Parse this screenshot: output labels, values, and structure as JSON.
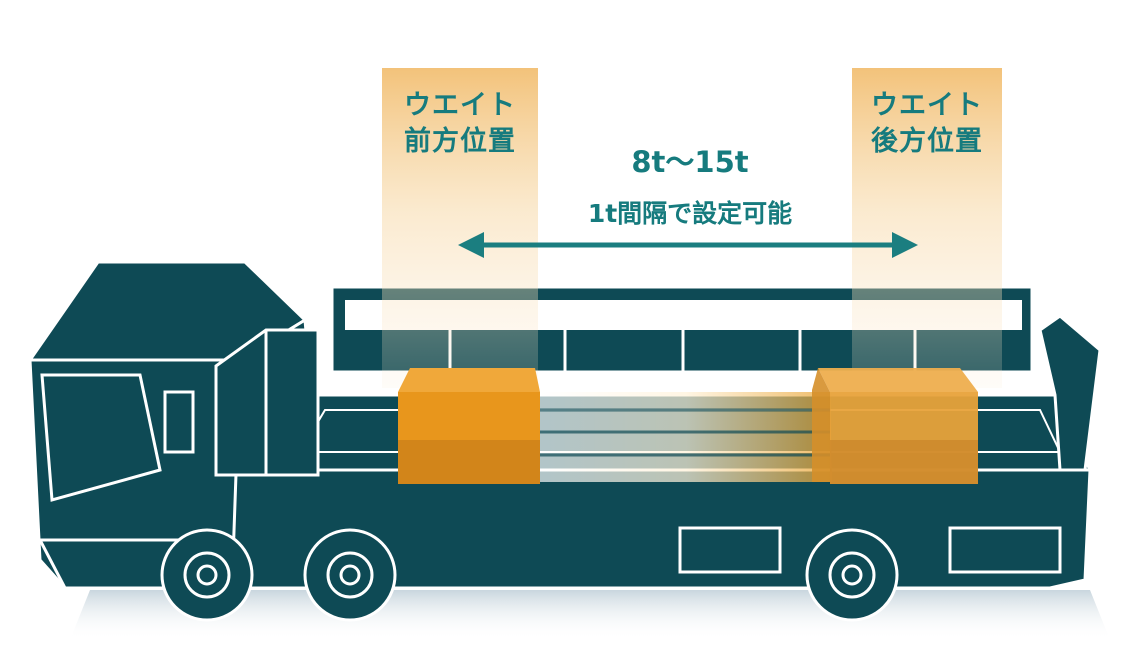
{
  "front": {
    "line1": "ウエイト",
    "line2": "前方位置"
  },
  "rear": {
    "line1": "ウエイト",
    "line2": "後方位置"
  },
  "range": {
    "text": "8t〜15t"
  },
  "interval": {
    "text": "1t間隔で設定可能"
  },
  "colors": {
    "truck": "#0e4a55",
    "outline": "#ffffff",
    "weight_box": "#e8961c",
    "beam": "#f2c27a",
    "text_teal": "#167b7e",
    "arrow": "#1b7e80",
    "shadow": "#d6e0e6"
  }
}
